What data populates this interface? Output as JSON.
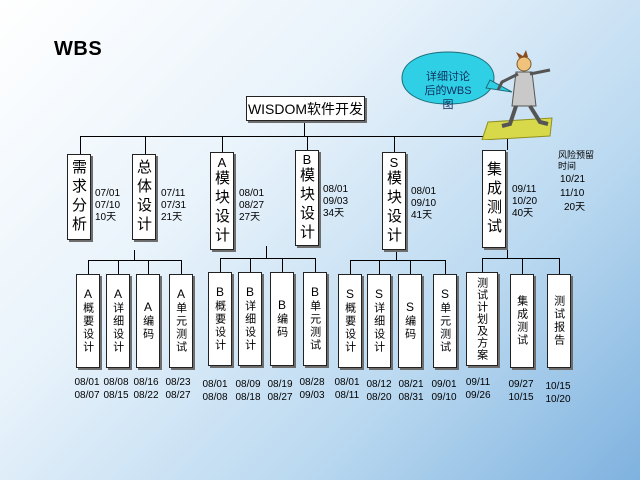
{
  "title": "WBS",
  "callout": "详细讨论后的WBS图",
  "root": "WISDOM软件开发",
  "level2": [
    {
      "prefix": "",
      "label": "需求分析",
      "dates": [
        "07/01",
        "07/10",
        "10天"
      ]
    },
    {
      "prefix": "",
      "label": "总体设计",
      "dates": [
        "07/11",
        "07/31",
        "21天"
      ]
    },
    {
      "prefix": "A",
      "label": "模块设计",
      "dates": [
        "08/01",
        "08/27",
        "27天"
      ]
    },
    {
      "prefix": "B",
      "label": "模块设计",
      "dates": [
        "08/01",
        "09/03",
        "34天"
      ]
    },
    {
      "prefix": "S",
      "label": "模块设计",
      "dates": [
        "08/01",
        "09/10",
        "41天"
      ]
    },
    {
      "prefix": "",
      "label": "集成测试",
      "dates": [
        "09/11",
        "10/20",
        "40天"
      ]
    }
  ],
  "risk": {
    "label": "风险预留时间",
    "dates": [
      "10/21",
      "11/10",
      "20天"
    ]
  },
  "level3": [
    {
      "prefix": "A",
      "label": "概要设计",
      "dates": [
        "08/01",
        "08/07"
      ]
    },
    {
      "prefix": "A",
      "label": "详细设计",
      "dates": [
        "08/08",
        "08/15"
      ]
    },
    {
      "prefix": "A",
      "label": "编码",
      "dates": [
        "08/16",
        "08/22"
      ]
    },
    {
      "prefix": "A",
      "label": "单元测试",
      "dates": [
        "08/23",
        "08/27"
      ]
    },
    {
      "prefix": "B",
      "label": "概要设计",
      "dates": [
        "08/01",
        "08/08"
      ]
    },
    {
      "prefix": "B",
      "label": "详细设计",
      "dates": [
        "08/09",
        "08/18"
      ]
    },
    {
      "prefix": "B",
      "label": "编码",
      "dates": [
        "08/19",
        "08/27"
      ]
    },
    {
      "prefix": "B",
      "label": "单元测试",
      "dates": [
        "08/28",
        "09/03"
      ]
    },
    {
      "prefix": "S",
      "label": "概要设计",
      "dates": [
        "08/01",
        "08/11"
      ]
    },
    {
      "prefix": "S",
      "label": "详细设计",
      "dates": [
        "08/12",
        "08/20"
      ]
    },
    {
      "prefix": "S",
      "label": "编码",
      "dates": [
        "08/21",
        "08/31"
      ]
    },
    {
      "prefix": "S",
      "label": "单元测试",
      "dates": [
        "09/01",
        "09/10"
      ]
    },
    {
      "prefix": "",
      "label": "测试计划及方案",
      "dates": [
        "09/11",
        "09/26"
      ]
    },
    {
      "prefix": "",
      "label": "集成测试",
      "dates": [
        "09/27",
        "10/15"
      ]
    },
    {
      "prefix": "",
      "label": "测试报告",
      "dates": [
        "10/15",
        "10/20"
      ]
    }
  ]
}
